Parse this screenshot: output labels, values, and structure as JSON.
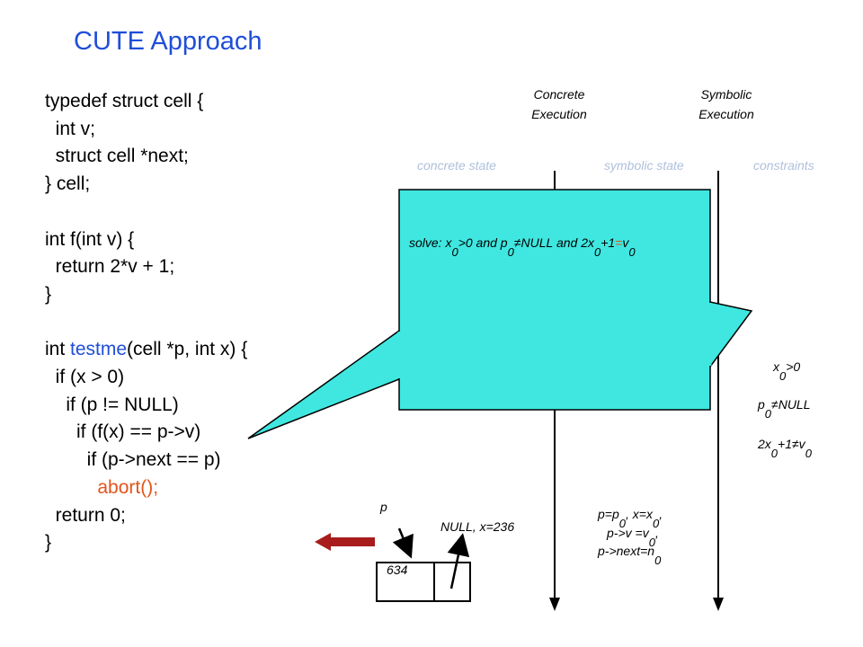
{
  "slide": {
    "title": "CUTE Approach"
  },
  "code": {
    "line1": "typedef struct cell {",
    "line2": "  int v;",
    "line3": "  struct cell *next;",
    "line4": "} cell;",
    "line5": "",
    "line6": "int f(int v) {",
    "line7": "  return 2*v + 1;",
    "line8": "}",
    "line9": "",
    "line10_pre": "int ",
    "line10_fn": "testme",
    "line10_post": "(cell *p, int x) {",
    "line11": "  if (x > 0)",
    "line12": "    if (p != NULL)",
    "line13": "      if (f(x) == p->v)",
    "line14": "        if (p->next == p)",
    "line15_indent": "          ",
    "line15_abort": "abort();",
    "line16": "  return 0;",
    "line17": "}"
  },
  "headers": {
    "concrete_line1": "Concrete",
    "concrete_line2": "Execution",
    "symbolic_line1": "Symbolic",
    "symbolic_line2": "Execution"
  },
  "column_labels": {
    "concrete_state": "concrete state",
    "symbolic_state": "symbolic state",
    "constraints": "constraints"
  },
  "callout": {
    "solve_prefix": "solve: x",
    "sub0": "0",
    "part1": ">0 and p",
    "part2": "≠NULL and 2x",
    "part3": "+1",
    "eq": "=",
    "part4": "v"
  },
  "constraints": {
    "c1_x": "x",
    "c1_sub": "0",
    "c1_rest": ">0",
    "c2_p": "p",
    "c2_sub": "0",
    "c2_rest": "≠NULL",
    "c3_a": "2x",
    "c3_sub1": "0",
    "c3_b": "+1≠v",
    "c3_sub2": "0"
  },
  "concrete_state": {
    "p_label": "p",
    "null_x": "NULL, x=236",
    "cell_value": "634"
  },
  "symbolic_state": {
    "l1_a": "p=p",
    "l1_sub": "0",
    "l1_b": ", x=x",
    "l1_sub2": "0",
    "l1_c": ",",
    "l2_a": "p->v =v",
    "l2_sub": "0",
    "l2_b": ",",
    "l3_a": "p->next=n",
    "l3_sub": "0"
  },
  "colors": {
    "title": "#1f4ed8",
    "callout_fill": "#3fe7e0",
    "faint_label": "#aebfdc",
    "abort_red": "#e2541b",
    "arrow_red": "#a81c1c"
  }
}
